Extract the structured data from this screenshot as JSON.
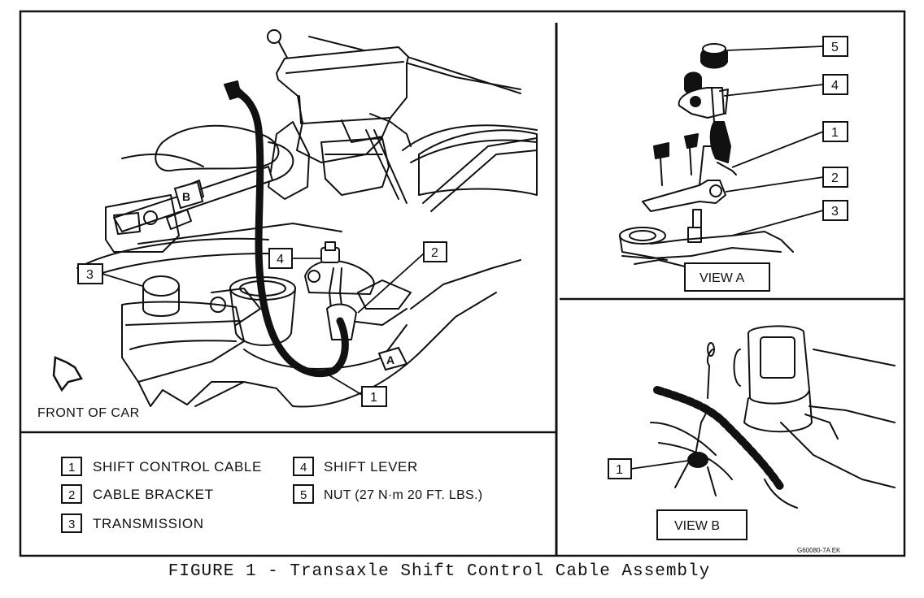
{
  "callouts": {
    "c1": "1",
    "c2": "2",
    "c3": "3",
    "c4": "4",
    "c5": "5"
  },
  "labels": {
    "front_of_car": "FRONT OF CAR",
    "arrow_a": "A",
    "arrow_b": "B",
    "view_a": "VIEW A",
    "view_b": "VIEW B",
    "ref_code": "G60080-7A EK"
  },
  "legend": [
    {
      "num": "1",
      "text": "SHIFT CONTROL CABLE"
    },
    {
      "num": "2",
      "text": "CABLE BRACKET"
    },
    {
      "num": "3",
      "text": "TRANSMISSION"
    },
    {
      "num": "4",
      "text": "SHIFT LEVER"
    },
    {
      "num": "5",
      "text": "NUT (27 N·m 20 FT. LBS.)"
    }
  ],
  "caption": "FIGURE 1 - Transaxle Shift Control Cable Assembly"
}
